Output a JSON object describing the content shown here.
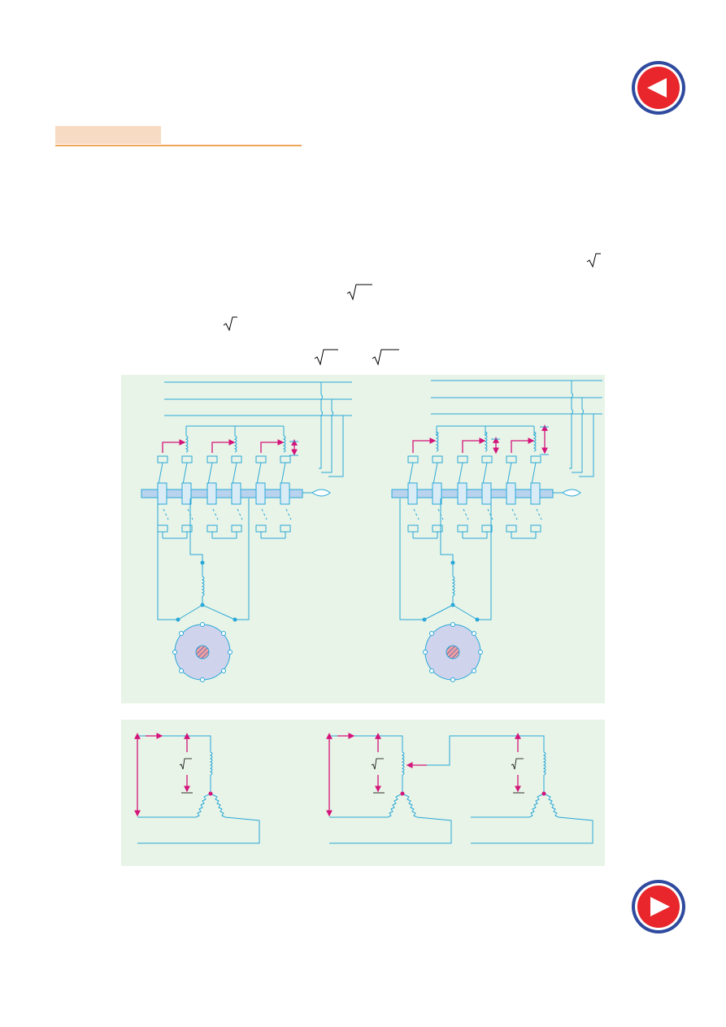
{
  "navigation": {
    "previous_button": "previous-page",
    "next_button": "next-page"
  },
  "colors": {
    "nav_button_fill": "#e8262b",
    "nav_button_ring": "#2f4a9e",
    "wire_color": "#29a8d9",
    "arrow_color": "#d4147a",
    "panel_background": "#e8f4e7",
    "rotor_fill": "#cfd3ec",
    "heading_highlight": "#f7dcc3",
    "heading_rule": "#f0a65a"
  },
  "icons": {
    "previous": "triangle-left-icon",
    "next": "triangle-right-icon",
    "radical": "square-root-sign"
  }
}
